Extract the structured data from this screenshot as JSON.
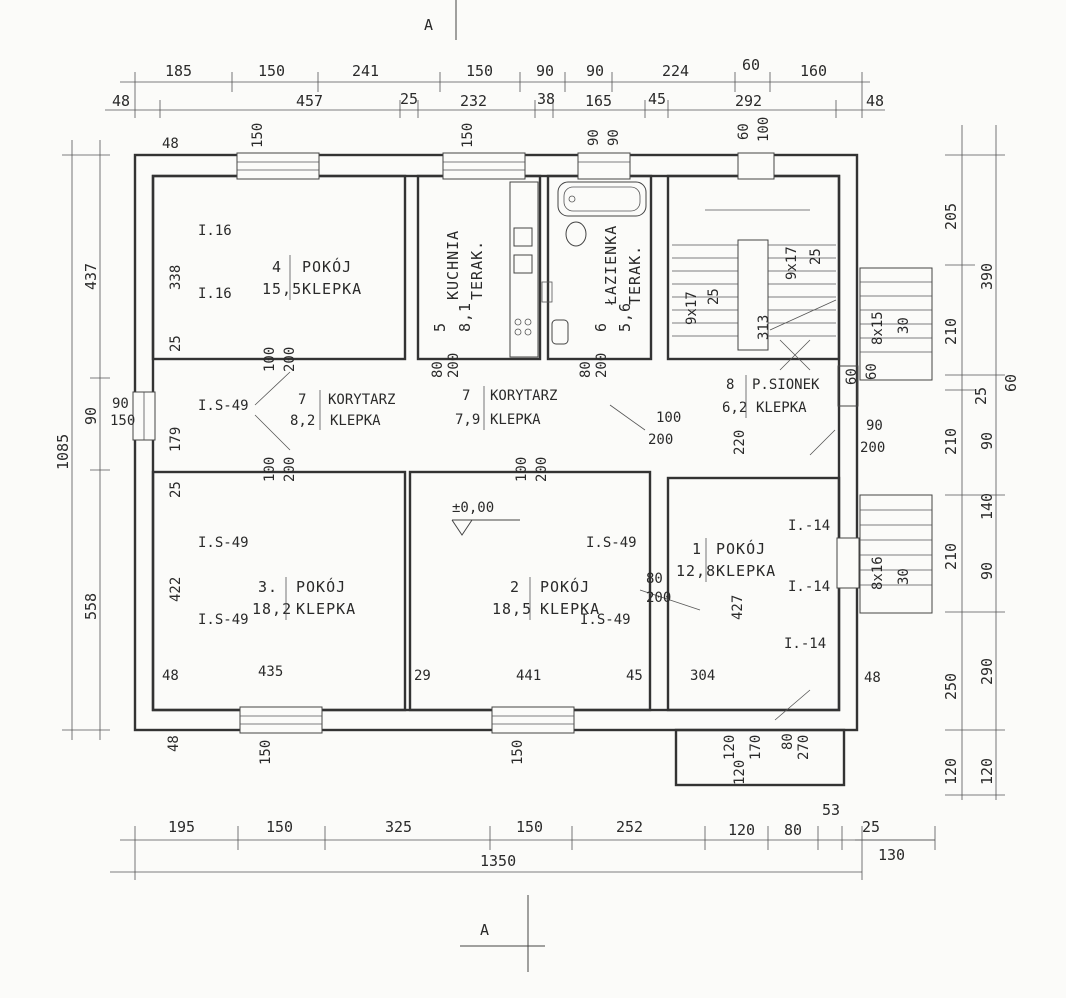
{
  "section_marker": {
    "top": "A",
    "bottom": "A"
  },
  "top_dims_row1": [
    "185",
    "150",
    "241",
    "150",
    "90",
    "90",
    "224",
    "60",
    "160"
  ],
  "top_dims_row2": [
    "48",
    "457",
    "25",
    "232",
    "38",
    "165",
    "45",
    "292",
    "48"
  ],
  "bottom_dims_row1": [
    "195",
    "150",
    "325",
    "150",
    "252",
    "120",
    "80",
    "53",
    "25"
  ],
  "bottom_total": "1350",
  "bottom_130": "130",
  "left_dims": {
    "total": "1085",
    "upper": "437",
    "middle": "90",
    "lower": "558"
  },
  "right_dims": {
    "a": "205",
    "b": "210",
    "c": "390",
    "d": "25",
    "e": "60",
    "f": "210",
    "g": "90",
    "h": "140",
    "i": "210",
    "j": "90",
    "k": "250",
    "l": "290",
    "m": "120",
    "n": "120"
  },
  "rooms": {
    "r4": {
      "num": "4",
      "name": "POKÓJ",
      "area": "15,5",
      "floor": "KLEPKA"
    },
    "r5": {
      "num": "5",
      "name": "KUCHNIA",
      "area": "8,1",
      "floor": "TERAK."
    },
    "r6": {
      "num": "6",
      "name": "ŁAZIENKA",
      "area": "5,6",
      "floor": "TERAK."
    },
    "r7a": {
      "num": "7",
      "name": "KORYTARZ",
      "area": "8,2",
      "floor": "KLEPKA"
    },
    "r7b": {
      "num": "7",
      "name": "KORYTARZ",
      "area": "7,9",
      "floor": "KLEPKA"
    },
    "r8": {
      "num": "8",
      "name": "P.SIONEK",
      "area": "6,2",
      "floor": "KLEPKA"
    },
    "r3": {
      "num": "3.",
      "name": "POKÓJ",
      "area": "18,2",
      "floor": "KLEPKA"
    },
    "r2": {
      "num": "2",
      "name": "POKÓJ",
      "area": "18,5",
      "floor": "KLEPKA"
    },
    "r1": {
      "num": "1",
      "name": "POKÓJ",
      "area": "12,8",
      "floor": "KLEPKA"
    }
  },
  "inner_labels": {
    "w48_tl": "48",
    "h338": "338",
    "h25a": "25",
    "h179": "179",
    "h25b": "25",
    "h422": "422",
    "w48_bl": "48",
    "w435": "435",
    "w29": "29",
    "w441": "441",
    "w45": "45",
    "w304": "304",
    "w48_br": "48",
    "w48_b": "48",
    "h313": "313",
    "h220": "220",
    "h427": "427",
    "win150a": "150",
    "win150b": "150",
    "win150c": "150",
    "win150d": "150",
    "win90a": "90",
    "win90b": "90",
    "win60": "60",
    "win100": "100",
    "door90": "90",
    "door150": "150",
    "i16a": "I.16",
    "i16b": "I.16",
    "s49a": "I.S-49",
    "s49b": "I.S-49",
    "s49c": "I.S-49",
    "s49d": "I.S-49",
    "s49e": "I.S-49",
    "i14a": "I.-14",
    "i14b": "I.-14",
    "i14c": "I.-14",
    "d100a": "100",
    "d200a": "200",
    "d100b": "100",
    "d200b": "200",
    "d100c": "100",
    "d200c": "200",
    "d80a": "80",
    "d200d": "200",
    "d80b": "80",
    "d200e": "200",
    "d90": "90",
    "d200f": "200",
    "d60a": "60",
    "d60b": "60",
    "st9x17a": "9x17",
    "st25a": "25",
    "st9x17b": "9x17",
    "st25b": "25",
    "st8x15": "8x15",
    "st30a": "30",
    "st8x16": "8x16",
    "st30b": "30",
    "d80c": "80",
    "d270": "270",
    "w120a": "120",
    "w120b": "120",
    "w170": "170",
    "level": "±0,00"
  }
}
